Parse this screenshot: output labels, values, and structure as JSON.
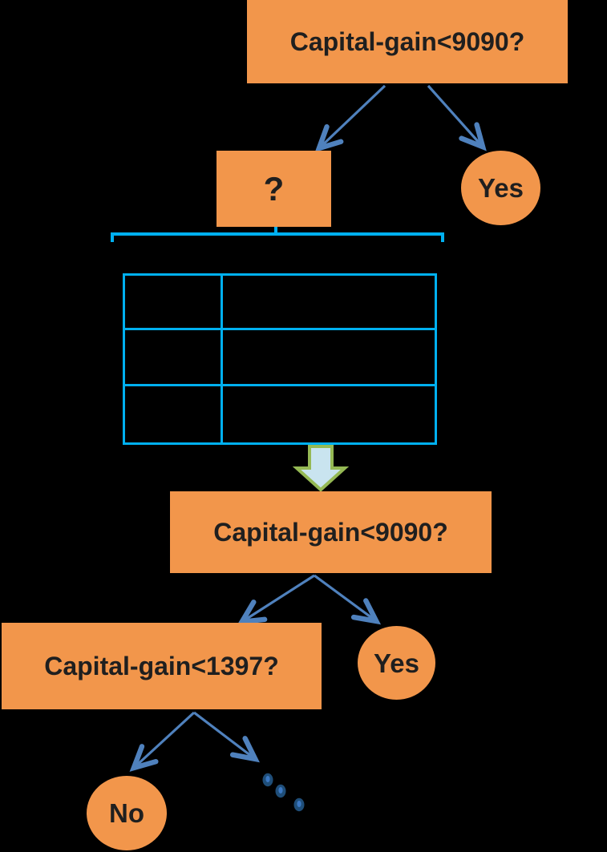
{
  "diagram": {
    "title": "decision-tree",
    "nodes": {
      "root": "Capital-gain<9090?",
      "unknown": "?",
      "yes1": "Yes",
      "question2": "Capital-gain<9090?",
      "question3": "Capital-gain<1397?",
      "yes2": "Yes",
      "no": "No"
    },
    "table": {
      "rows": [
        [
          "",
          ""
        ],
        [
          "",
          ""
        ],
        [
          "",
          ""
        ]
      ]
    },
    "colors": {
      "node_fill": "#F2964B",
      "connector": "#4F81BD",
      "bracket": "#00B0F0",
      "table_border": "#00B0F0",
      "fat_arrow_fill": "#C9E4EF",
      "fat_arrow_border": "#95B954",
      "dot_outer": "#1F4E79",
      "dot_inner": "#3B78C3",
      "background": "#000000",
      "text": "#1F1F1F"
    }
  }
}
